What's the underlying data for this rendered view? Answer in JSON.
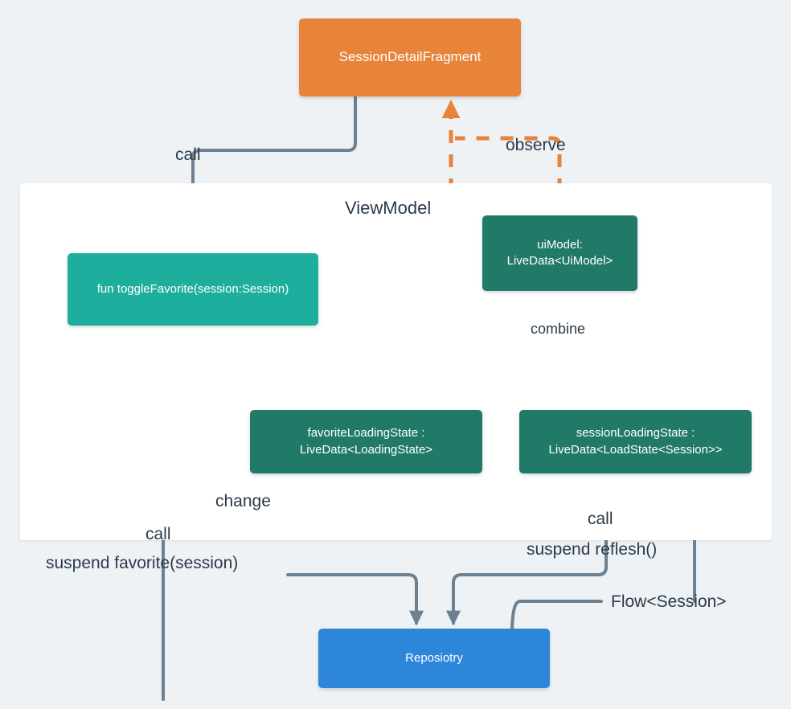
{
  "diagram": {
    "title_visible": false,
    "background_color": "#eef2f5",
    "panel": {
      "label": "ViewModel",
      "background_color": "#ffffff"
    },
    "nodes": [
      {
        "id": "fragment",
        "label": "SessionDetailFragment",
        "color": "#e8833a",
        "layer": "view"
      },
      {
        "id": "toggle_favorite",
        "label": "fun toggleFavorite(session:Session)",
        "color": "#1eae9e",
        "layer": "viewmodel"
      },
      {
        "id": "ui_model",
        "label_line1": "uiModel:",
        "label_line2": "LiveData<UiModel>",
        "color": "#217a68",
        "layer": "viewmodel"
      },
      {
        "id": "favorite_loading_state",
        "label_line1": "favoriteLoadingState :",
        "label_line2": "LiveData<LoadingState>",
        "color": "#217a68",
        "layer": "viewmodel"
      },
      {
        "id": "session_loading_state",
        "label_line1": "sessionLoadingState :",
        "label_line2": "LiveData<LoadState<Session>>",
        "color": "#217a68",
        "layer": "viewmodel"
      },
      {
        "id": "repository",
        "label": "Reposiotry",
        "color": "#2e86da",
        "layer": "data"
      }
    ],
    "edges": [
      {
        "id": "call_toggle",
        "label": "call",
        "from": "fragment",
        "to": "toggle_favorite",
        "style": "solid",
        "color": "#6e8190"
      },
      {
        "id": "observe_uimodel",
        "label": "observe",
        "from": "ui_model",
        "to": "fragment",
        "style": "dashed",
        "color": "#e8833a"
      },
      {
        "id": "combine_states",
        "label": "combine",
        "from": "favorite_loading_state + sessionLoadingState",
        "to": "ui_model",
        "style": "solid",
        "color": "#6e8190"
      },
      {
        "id": "change_favorite_state",
        "label": "change",
        "from": "toggle_favorite",
        "to": "favorite_loading_state",
        "style": "solid",
        "color": "#6e8190"
      },
      {
        "id": "call_repo_favorite",
        "label": "call",
        "from": "toggle_favorite",
        "to": "repository",
        "style": "solid",
        "color": "#6e8190"
      },
      {
        "id": "suspend_favorite",
        "label": "suspend favorite(session)",
        "from": "toggle_favorite",
        "to": "repository",
        "style": "solid",
        "color": "#6e8190"
      },
      {
        "id": "call_repo_session",
        "label": "call",
        "from": "session_loading_state",
        "to": "repository",
        "style": "solid",
        "color": "#6e8190"
      },
      {
        "id": "suspend_reflesh",
        "label": "suspend reflesh()",
        "from": "session_loading_state",
        "to": "repository",
        "style": "solid",
        "color": "#6e8190"
      },
      {
        "id": "flow_session",
        "label": "Flow<Session>",
        "from": "repository",
        "to": "session_loading_state",
        "style": "solid",
        "color": "#6e8190"
      }
    ]
  }
}
